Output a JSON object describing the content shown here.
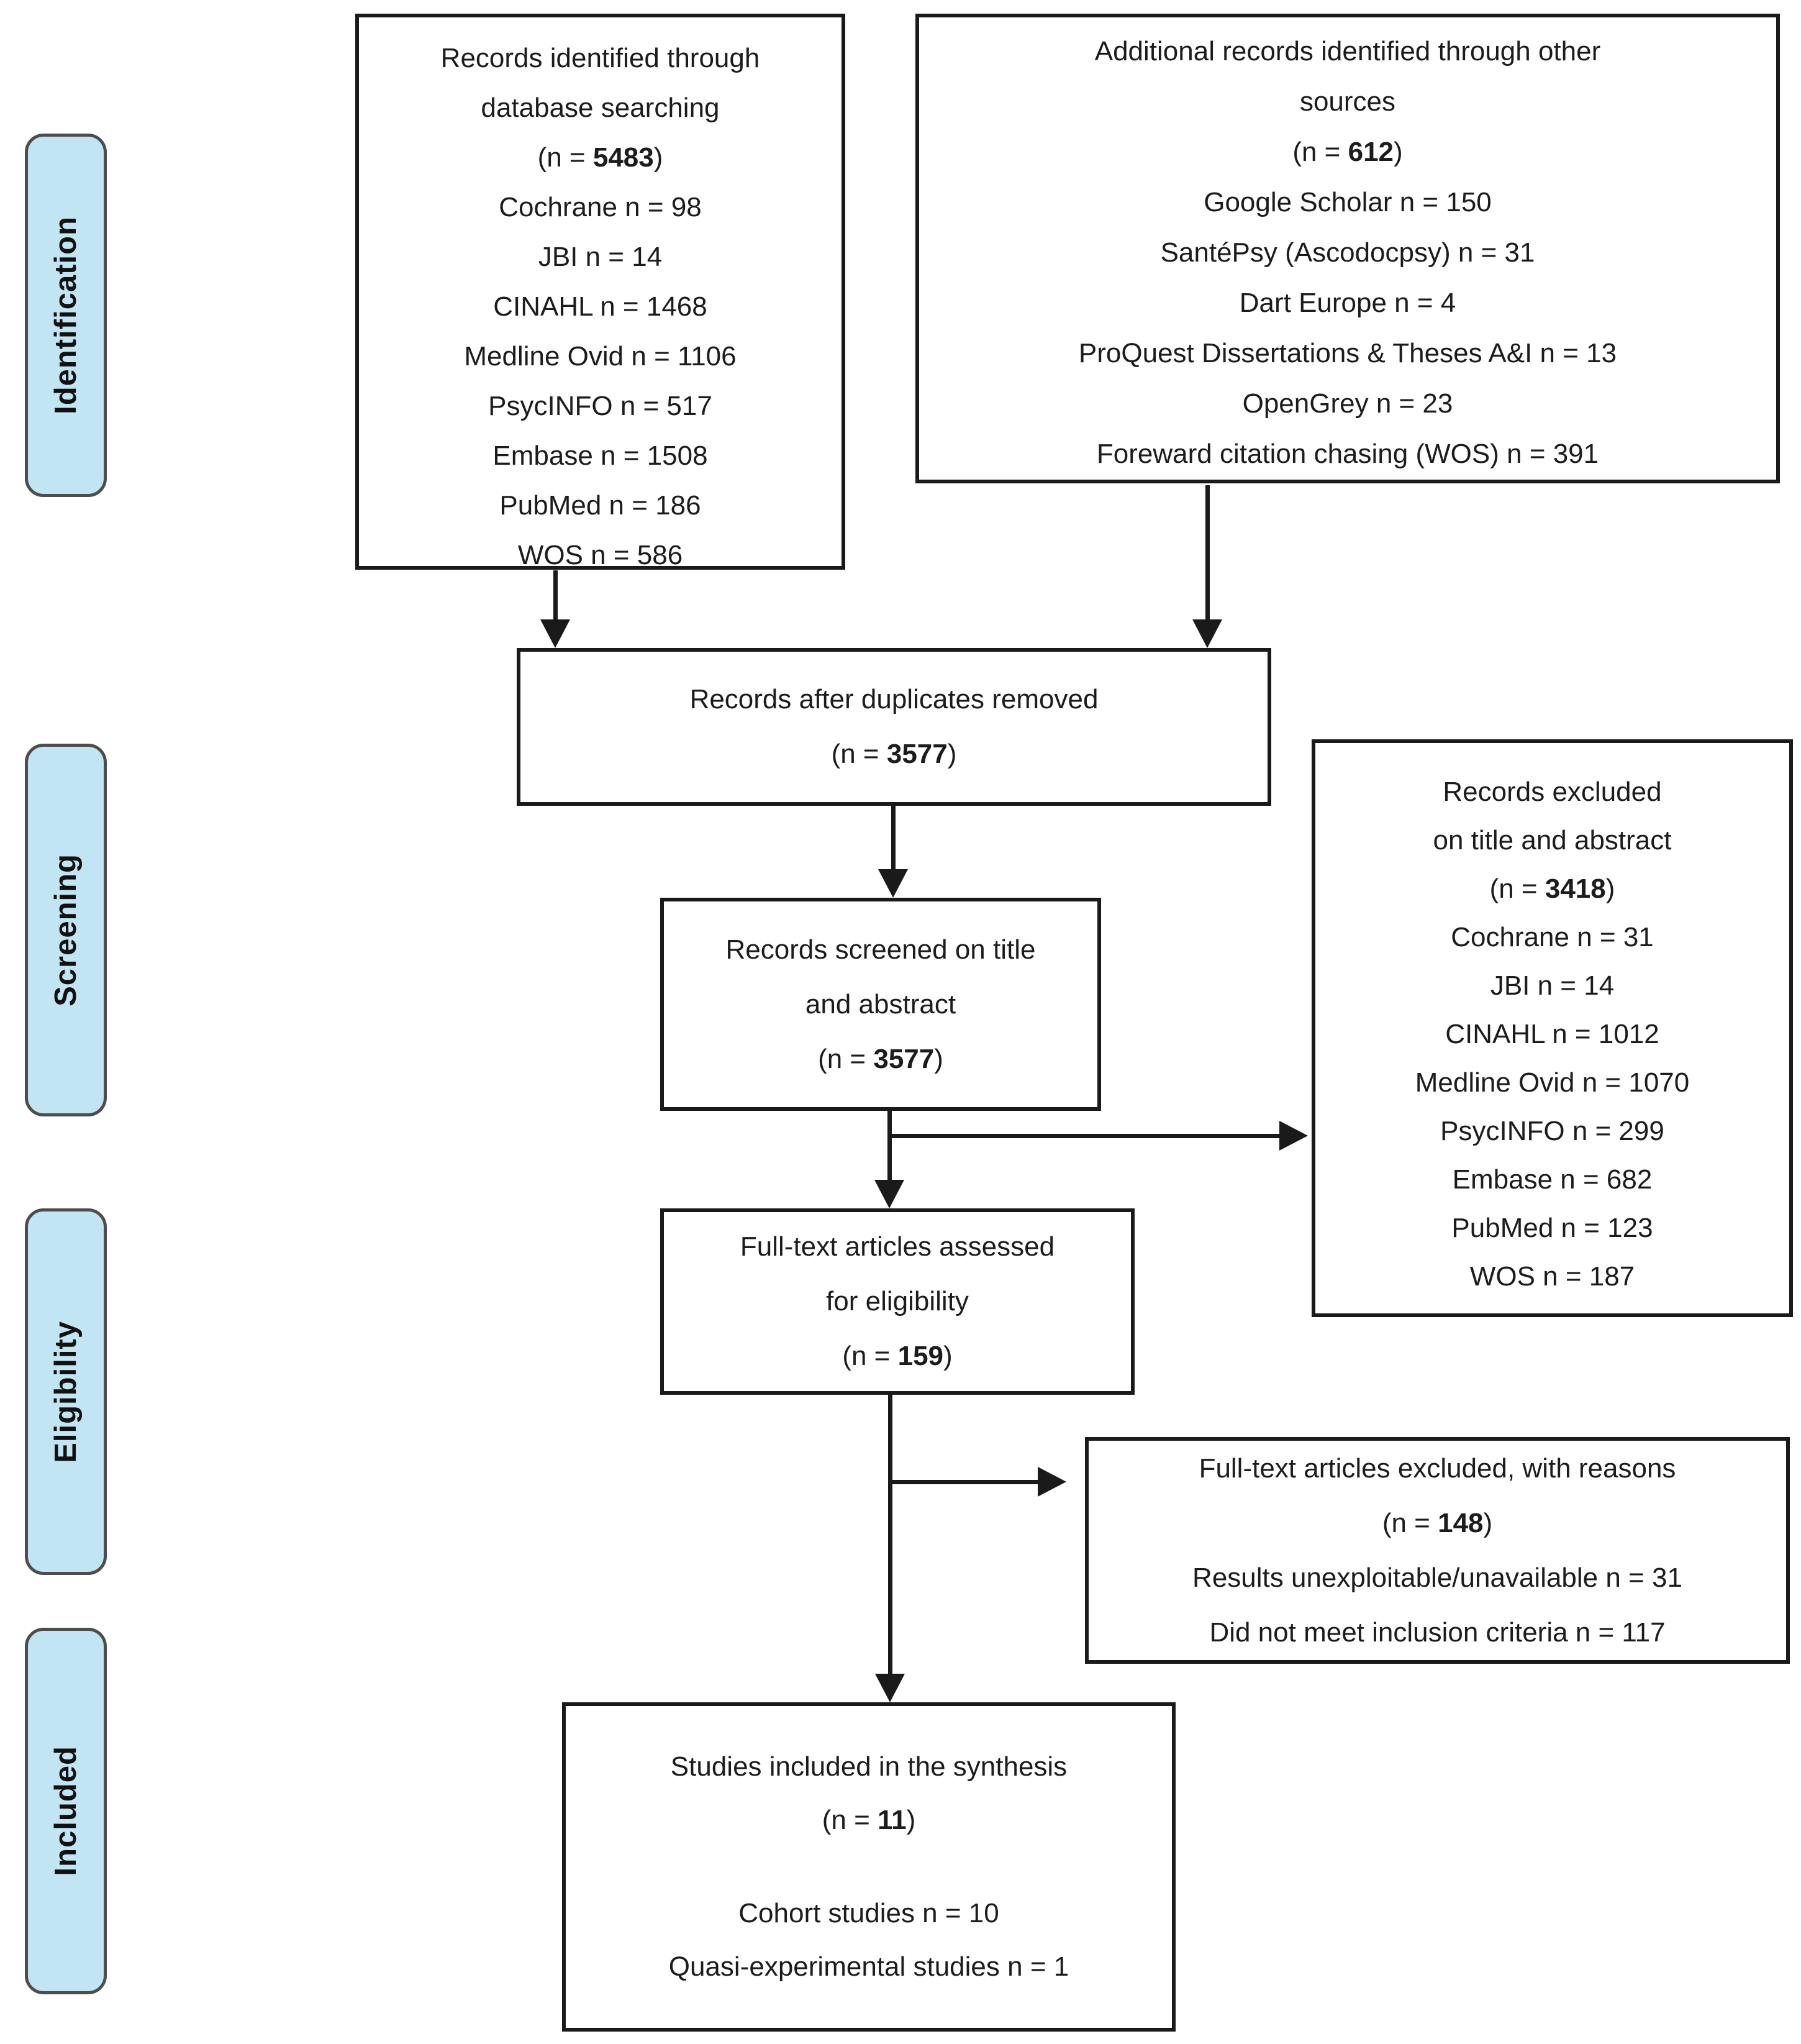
{
  "colors": {
    "stage_fill": "#C2E5F3",
    "stage_border": "#4d4d4d",
    "line_color": "#1a1a1a",
    "text_color": "#1c1c1c"
  },
  "stages": [
    "Identification",
    "Screening",
    "Eligibility",
    "Included"
  ],
  "boxes": {
    "identified": {
      "title_lines": [
        "Records identified through",
        "database searching"
      ],
      "n_open": "(n = ",
      "n_value": "5483",
      "n_close": ")",
      "items": [
        "Cochrane n = 98",
        "JBI n = 14",
        "CINAHL n = 1468",
        "Medline Ovid n = 1106",
        "PsycINFO n = 517",
        "Embase n = 1508",
        "PubMed n = 186",
        "WOS n = 586"
      ]
    },
    "additional": {
      "title_lines": [
        "Additional records identified through other",
        "sources"
      ],
      "n_open": "(n = ",
      "n_value": "612",
      "n_close": ")",
      "items": [
        "Google Scholar n = 150",
        "SantéPsy (Ascodocpsy) n = 31",
        "Dart Europe n = 4",
        "ProQuest Dissertations & Theses A&I n = 13",
        "OpenGrey n = 23",
        "Foreward citation chasing (WOS) n = 391"
      ]
    },
    "duplicates_removed": {
      "title_lines": [
        "Records after duplicates removed"
      ],
      "n_open": "(n = ",
      "n_value": "3577",
      "n_close": ")"
    },
    "screened": {
      "title_lines": [
        "Records screened on title",
        "and abstract"
      ],
      "n_open": "(n = ",
      "n_value": "3577",
      "n_close": ")"
    },
    "excluded_title_abstract": {
      "title_lines": [
        "Records excluded",
        "on title and abstract"
      ],
      "n_open": "(n = ",
      "n_value": "3418",
      "n_close": ")",
      "items": [
        "Cochrane n = 31",
        "JBI n = 14",
        "CINAHL n = 1012",
        "Medline Ovid n = 1070",
        "PsycINFO n = 299",
        "Embase n = 682",
        "PubMed n = 123",
        "WOS n = 187"
      ]
    },
    "fulltext_assessed": {
      "title_lines": [
        "Full-text articles assessed",
        "for eligibility"
      ],
      "n_open": "(n = ",
      "n_value": "159",
      "n_close": ")"
    },
    "fulltext_excluded": {
      "title_lines": [
        "Full-text articles excluded, with reasons"
      ],
      "n_open": "(n = ",
      "n_value": "148",
      "n_close": ")",
      "items": [
        "Results unexploitable/unavailable n = 31",
        "Did not meet inclusion criteria n = 117"
      ]
    },
    "included_synthesis": {
      "title_lines": [
        "Studies included in the synthesis"
      ],
      "n_open": "(n = ",
      "n_value": "11",
      "n_close": ")",
      "items": [
        "Cohort studies n = 10",
        "Quasi-experimental studies n = 1"
      ]
    }
  }
}
